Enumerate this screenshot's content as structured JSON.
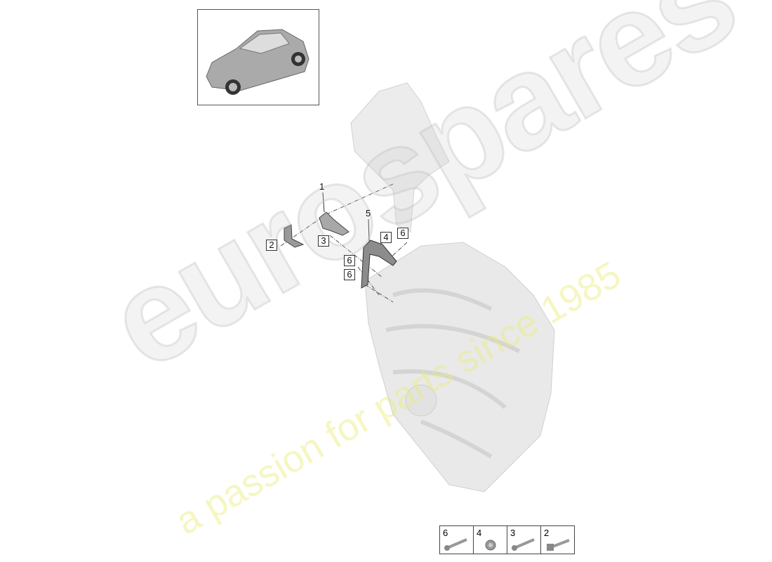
{
  "watermark": {
    "brand": "eurospares",
    "tagline": "a passion for parts since 1985"
  },
  "callouts": [
    {
      "id": "1",
      "boxed": false
    },
    {
      "id": "2",
      "boxed": true
    },
    {
      "id": "3",
      "boxed": true
    },
    {
      "id": "5",
      "boxed": false
    },
    {
      "id": "4",
      "boxed": true
    },
    {
      "id": "6",
      "boxed": true
    },
    {
      "id": "6",
      "boxed": true
    },
    {
      "id": "6",
      "boxed": true
    }
  ],
  "legend": [
    {
      "number": "6",
      "icon": "bolt-long"
    },
    {
      "number": "4",
      "icon": "nut"
    },
    {
      "number": "3",
      "icon": "bolt-long"
    },
    {
      "number": "2",
      "icon": "flange-bolt"
    }
  ]
}
